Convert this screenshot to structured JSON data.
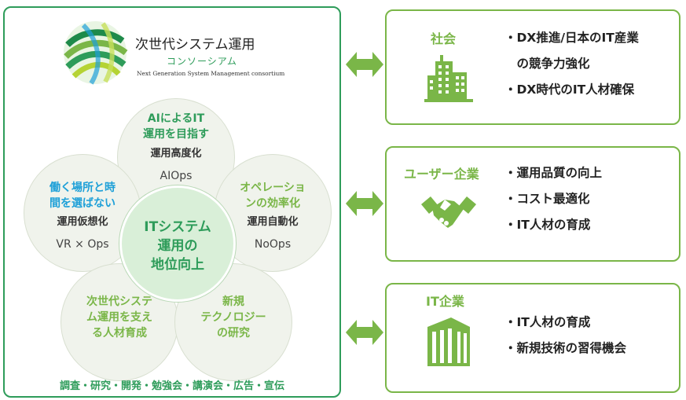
{
  "logo": {
    "title": "次世代システム運用",
    "subtitle": "コンソーシアム",
    "english": "Next Generation System Management consortium"
  },
  "center": {
    "lines": [
      "ITシステム",
      "運用の",
      "地位向上"
    ]
  },
  "petals": [
    {
      "id": "aiops",
      "title_lines": [
        "AIによるIT",
        "運用を目指す"
      ],
      "subtitle": "運用高度化",
      "english": "AIOps",
      "title_color": "#2e9c5a"
    },
    {
      "id": "noops",
      "title_lines": [
        "オペレーショ",
        "ンの効率化"
      ],
      "subtitle": "運用自動化",
      "english": "NoOps",
      "title_color": "#7ab648"
    },
    {
      "id": "vrops",
      "title_lines": [
        "働く場所と時",
        "間を選ばない"
      ],
      "subtitle": "運用仮想化",
      "english": "VR × Ops",
      "title_color": "#1ea0d8"
    },
    {
      "id": "talent",
      "title_lines": [
        "次世代システ",
        "ム運用を支え",
        "る人材育成"
      ],
      "title_color": "#7ab648"
    },
    {
      "id": "research",
      "title_lines": [
        "新規",
        "テクノロジー",
        "の研究"
      ],
      "title_color": "#7ab648"
    }
  ],
  "footer": "調査・研究・開発・勉強会・講演会・広告・宣伝",
  "stakeholders": [
    {
      "id": "society",
      "title": "社会",
      "icon": "building-icon",
      "items": [
        "・DX推進/日本のIT産業",
        "　の競争力強化",
        "・DX時代のIT人材確保"
      ]
    },
    {
      "id": "user",
      "title": "ユーザー企業",
      "icon": "handshake-icon",
      "items": [
        "・運用品質の向上",
        "・コスト最適化",
        "・IT人材の育成"
      ]
    },
    {
      "id": "it",
      "title": "IT企業",
      "icon": "office-building-icon",
      "items": [
        "・IT人材の育成",
        "・新規技術の習得機会"
      ]
    }
  ],
  "colors": {
    "dark_green": "#2e9c5a",
    "light_green": "#7ab648",
    "blue": "#1ea0d8"
  }
}
